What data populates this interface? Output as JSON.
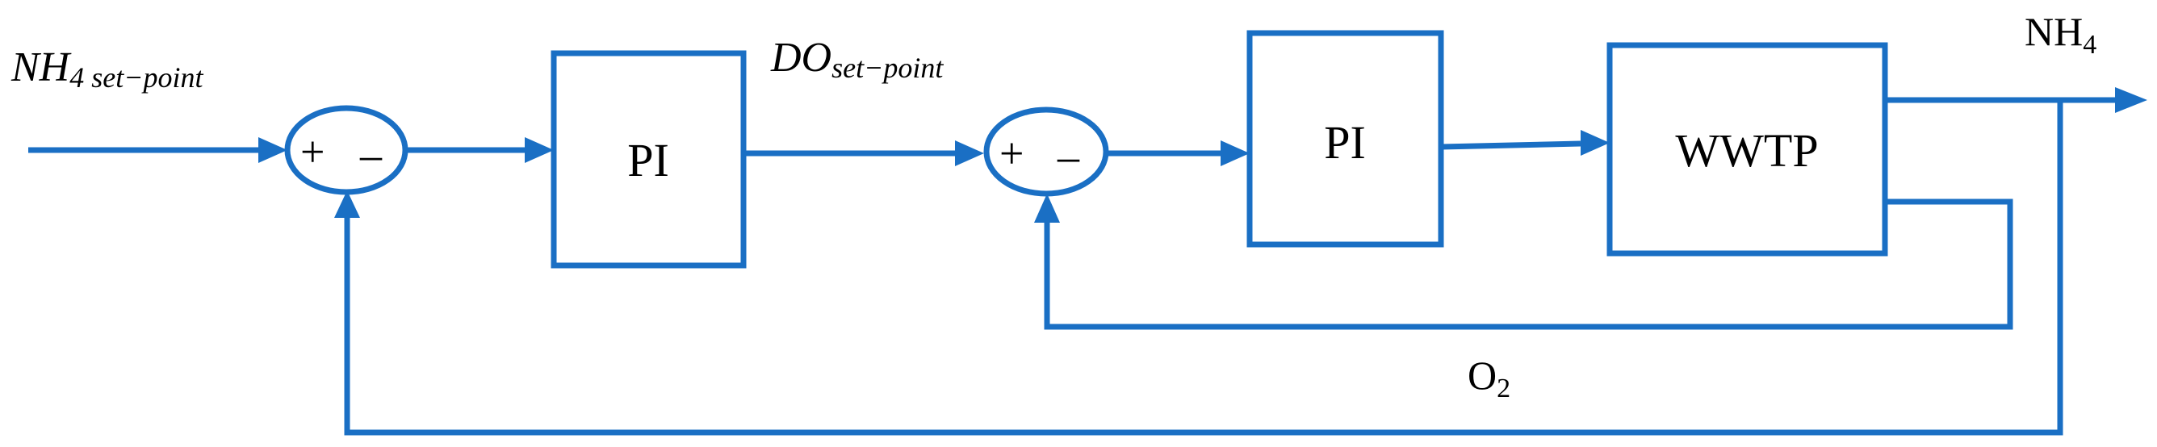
{
  "diagram": {
    "outer_setpoint": {
      "base": "NH",
      "sub": "4 set−point"
    },
    "inner_setpoint": {
      "base": "DO",
      "sub": "set−point"
    },
    "output": {
      "base": "NH",
      "sub": "4"
    },
    "feedback_inner": {
      "base": "O",
      "sub": "2"
    },
    "blocks": {
      "pi_outer": "PI",
      "pi_inner": "PI",
      "plant": "WWTP"
    },
    "summing_junctions": {
      "outer": {
        "plus": "+",
        "minus": "–"
      },
      "inner": {
        "plus": "+",
        "minus": "–"
      }
    }
  },
  "colors": {
    "line": "#1a6fc4",
    "text": "#000000",
    "background": "#ffffff"
  }
}
